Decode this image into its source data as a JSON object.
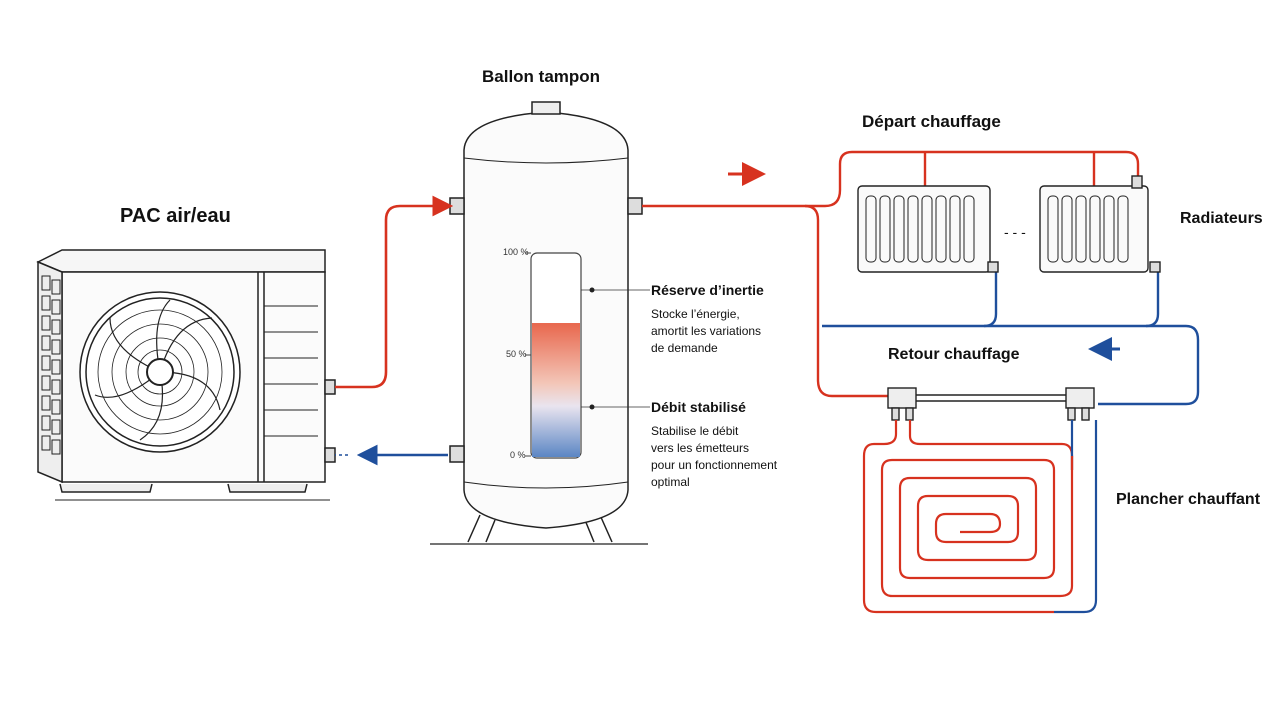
{
  "labels": {
    "pac": "PAC air/eau",
    "ballon": "Ballon tampon",
    "depart": "Départ chauffage",
    "radiateurs": "Radiateurs",
    "retour": "Retour chauffage",
    "plancher": "Plancher chauffant",
    "ellipsis": "- - -"
  },
  "gauge": {
    "ticks": [
      "100 %",
      "50 %",
      "0 %"
    ],
    "fill_fraction": 0.66
  },
  "notes": {
    "reserve": {
      "title": "Réserve d’inertie",
      "lines": [
        "Stocke l’énergie,",
        "amortit les variations",
        "de demande"
      ]
    },
    "debit": {
      "title": "Débit stabilisé",
      "lines": [
        "Stabilise le débit",
        "vers les émetteurs",
        "pour un fonctionnement",
        "optimal"
      ]
    }
  },
  "colors": {
    "hot": "#d7321f",
    "cold": "#1f4f9c",
    "outline": "#222222",
    "gauge_hot": "#e8674d",
    "gauge_cold": "#5b86c4"
  }
}
